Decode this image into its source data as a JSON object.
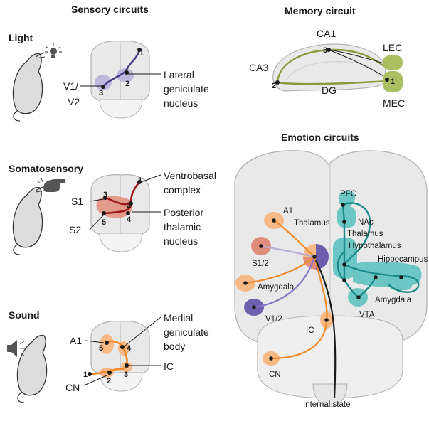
{
  "headings": {
    "sensory": "Sensory circuits",
    "memory": "Memory circuit",
    "emotion": "Emotion circuits"
  },
  "light": {
    "title": "Light",
    "v1_v2_a": "V1/",
    "v1_v2_b": "V2",
    "lgn_1": "Lateral",
    "lgn_2": "geniculate",
    "lgn_3": "nucleus",
    "n1": "1",
    "n2": "2",
    "n3": "3"
  },
  "somato": {
    "title": "Somatosensory",
    "s1": "S1",
    "s2": "S2",
    "vb_1": "Ventrobasal",
    "vb_2": "complex",
    "pt_1": "Posterior",
    "pt_2": "thalamic",
    "pt_3": "nucleus",
    "n1": "1",
    "n2": "2",
    "n3": "3",
    "n4": "4",
    "n5": "5"
  },
  "sound": {
    "title": "Sound",
    "a1": "A1",
    "cn": "CN",
    "mgb_1": "Medial",
    "mgb_2": "geniculate",
    "mgb_3": "body",
    "ic": "IC",
    "n1": "1",
    "n2": "2",
    "n3": "3",
    "n4": "4",
    "n5": "5"
  },
  "memory": {
    "ca1": "CA1",
    "ca3": "CA3",
    "dg": "DG",
    "lec": "LEC",
    "mec": "MEC",
    "n1": "1",
    "n2": "2",
    "n3": "3"
  },
  "emotion": {
    "a1": "A1",
    "thalamus_left": "Thalamus",
    "s12": "S1/2",
    "amygdala_left": "Amygdala",
    "v12": "V1/2",
    "ic": "IC",
    "cn": "CN",
    "internal_state": "Internal state",
    "pfc": "PFC",
    "nac": "NAc",
    "thalamus_right": "Thalamus",
    "hypothalamus": "Hypothalamus",
    "hippocampus": "Hippocampus",
    "amygdala_right": "Amygdala",
    "vta": "VTA"
  },
  "colors": {
    "light_path": "#4b3f86",
    "light_region": "#b9b3dc",
    "somato_path": "#9e1b1b",
    "somato_region": "#e08c7a",
    "sound_path": "#f08a2b",
    "sound_region": "#f7b985",
    "memory_path": "#8a9a3c",
    "memory_region": "#a9bf62",
    "emotion_teal": "#1a8a8a",
    "emotion_teal_region": "#6cc6c6",
    "emotion_purple": "#6d5fae"
  },
  "icons": [
    "mouse-icon",
    "lightbulb-icon",
    "hand-icon",
    "speaker-icon"
  ]
}
